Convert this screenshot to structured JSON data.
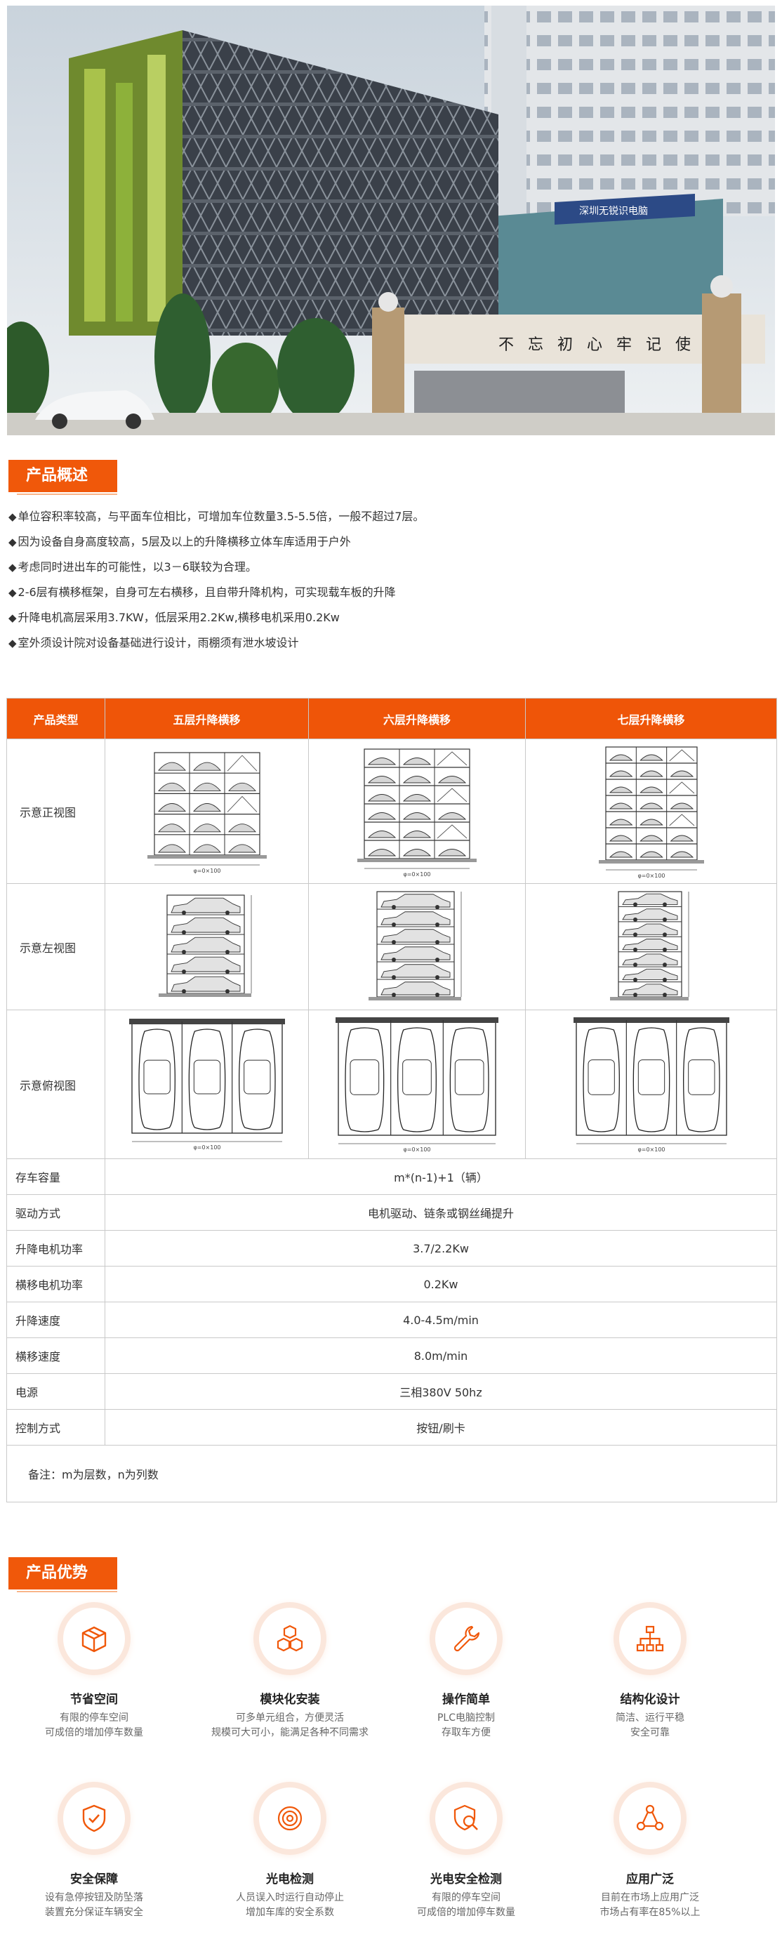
{
  "hero": {
    "banner_text": "深圳无锐识电脑",
    "wall_text": "不忘初心牢记使命"
  },
  "overview": {
    "heading": "产品概述",
    "bullet_mark": "◆",
    "bullets": [
      "单位容积率较高，与平面车位相比，可增加车位数量3.5-5.5倍，一般不超过7层。",
      "因为设备自身高度较高，5层及以上的升降横移立体车库适用于户外",
      "考虑同时进出车的可能性，以3－6联较为合理。",
      "2-6层有横移框架，自身可左右横移，且自带升降机构，可实现载车板的升降",
      "升降电机高层采用3.7KW，低层采用2.2Kw,横移电机采用0.2Kw",
      "室外须设计院对设备基础进行设计，雨棚须有泄水坡设计"
    ]
  },
  "spec": {
    "header": [
      "产品类型",
      "五层升降横移",
      "六层升降横移",
      "七层升降横移"
    ],
    "diagram_rows": [
      "示意正视图",
      "示意左视图",
      "示意俯视图"
    ],
    "rows": [
      {
        "label": "存车容量",
        "value": "m*(n-1)+1（辆）"
      },
      {
        "label": "驱动方式",
        "value": "电机驱动、链条或钢丝绳提升"
      },
      {
        "label": "升降电机功率",
        "value": "3.7/2.2Kw"
      },
      {
        "label": "横移电机功率",
        "value": "0.2Kw"
      },
      {
        "label": "升降速度",
        "value": "4.0-4.5m/min"
      },
      {
        "label": "横移速度",
        "value": "8.0m/min"
      },
      {
        "label": "电源",
        "value": "三相380V 50hz"
      },
      {
        "label": "控制方式",
        "value": "按钮/刷卡"
      }
    ],
    "note": "备注：m为层数，n为列数",
    "dim_label": "φ=0×100"
  },
  "advantages": {
    "heading": "产品优势",
    "items": [
      {
        "icon": "box-icon",
        "title": "节省空间",
        "lines": [
          "有限的停车空间",
          "可成倍的增加停车数量"
        ]
      },
      {
        "icon": "cubes-icon",
        "title": "模块化安装",
        "lines": [
          "可多单元组合，方便灵活",
          "规模可大可小，能满足各种不同需求"
        ]
      },
      {
        "icon": "wrench-icon",
        "title": "操作简单",
        "lines": [
          "PLC电脑控制",
          "存取车方便"
        ]
      },
      {
        "icon": "hierarchy-icon",
        "title": "结构化设计",
        "lines": [
          "简洁、运行平稳",
          "安全可靠"
        ]
      },
      {
        "icon": "shield-check-icon",
        "title": "安全保障",
        "lines": [
          "设有急停按钮及防坠落",
          "装置充分保证车辆安全"
        ]
      },
      {
        "icon": "target-icon",
        "title": "光电检测",
        "lines": [
          "人员误入时运行自动停止",
          "增加车库的安全系数"
        ]
      },
      {
        "icon": "shield-search-icon",
        "title": "光电安全检测",
        "lines": [
          "有限的停车空间",
          "可成倍的增加停车数量"
        ]
      },
      {
        "icon": "network-icon",
        "title": "应用广泛",
        "lines": [
          "目前在市场上应用广泛",
          "市场占有率在85%以上"
        ]
      }
    ]
  },
  "colors": {
    "accent": "#f0580a",
    "accent_light": "#fbe7dc"
  }
}
